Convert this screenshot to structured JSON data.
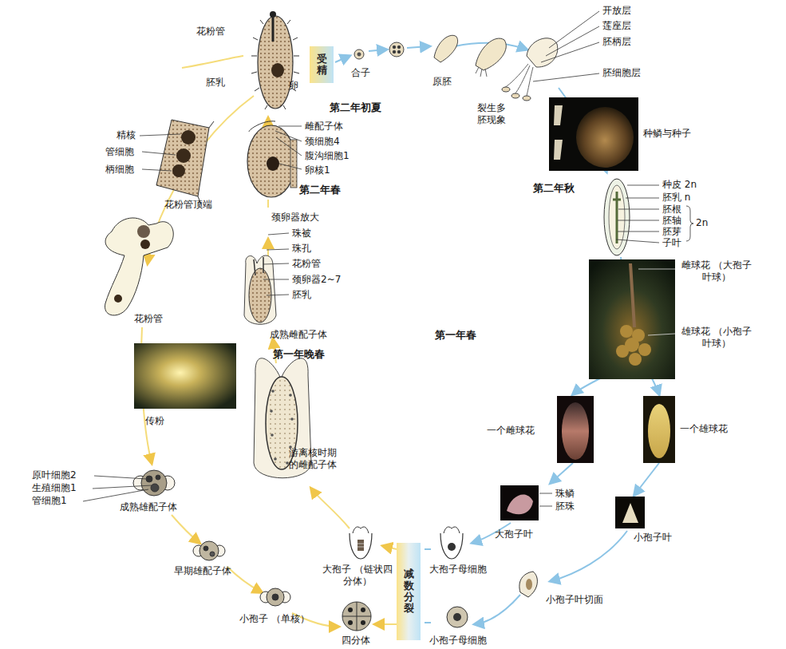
{
  "diagram": {
    "nodes": [
      {
        "text": [
          "受精"
        ]
      },
      {
        "text": [
          "减数分裂"
        ]
      }
    ],
    "labels": [
      "花粉管",
      "胚乳",
      "卵",
      "合子",
      "原胚",
      "开放层",
      "莲座层",
      "胚柄层",
      "胚细胞层",
      "裂生多胚现象",
      "种鳞与种子",
      "第二年初夏",
      "雌配子体",
      "颈细胞4",
      "腹沟细胞1",
      "卵核1",
      "第二年春",
      "精核",
      "管细胞",
      "柄细胞",
      "花粉管顶端",
      "颈卵器放大",
      "珠被",
      "珠孔",
      "花粉管",
      "颈卵器2~7",
      "胚乳",
      "成熟雌配子体",
      "第一年晚春",
      "花粉管",
      "第二年秋",
      "种皮 2n",
      "胚乳 n",
      "胚根",
      "胚轴",
      "胚芽",
      "子叶",
      "2n",
      "第一年春",
      "雌球花 （大孢子叶球）",
      "雄球花 （小孢子叶球）",
      "传粉",
      "游离核时期的雌配子体",
      "一个雌球花",
      "一个雄球花",
      "珠鳞",
      "胚珠",
      "大孢子叶",
      "小孢子叶",
      "原叶细胞2",
      "生殖细胞1",
      "管细胞1",
      "成熟雄配子体",
      "早期雄配子体",
      "大孢子 （链状四分体）",
      "大孢子母细胞",
      "小孢子叶切面",
      "小孢子 （单核）",
      "四分体",
      "小孢子母细胞"
    ]
  }
}
